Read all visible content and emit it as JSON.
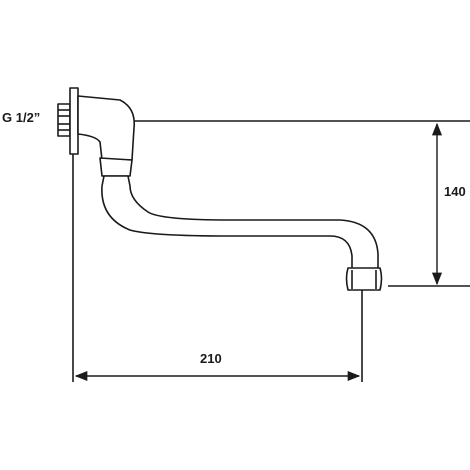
{
  "labels": {
    "thread": "G 1/2”",
    "height": "140",
    "length": "210"
  },
  "colors": {
    "line": "#1a1a1a",
    "background": "#ffffff"
  }
}
